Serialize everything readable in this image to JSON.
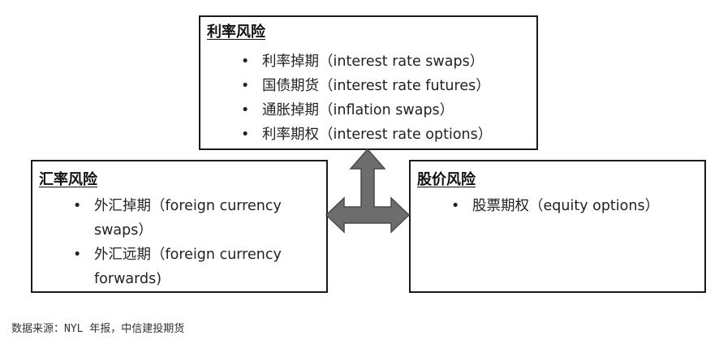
{
  "boxes": {
    "top": {
      "title": "利率风险",
      "items": [
        "利率掉期（interest rate swaps）",
        "国债期货（interest rate futures）",
        "通胀掉期（inflation swaps）",
        "利率期权（interest rate options）"
      ]
    },
    "left": {
      "title": "汇率风险",
      "items": [
        "外汇掉期（foreign currency swaps）",
        "外汇远期（foreign currency forwards)"
      ]
    },
    "right": {
      "title": "股价风险",
      "items": [
        "股票期权（equity options）"
      ]
    }
  },
  "arrow_color": "#6d6d6d",
  "footer": {
    "source": "数据来源：NYL 年报，中信建投期货"
  }
}
